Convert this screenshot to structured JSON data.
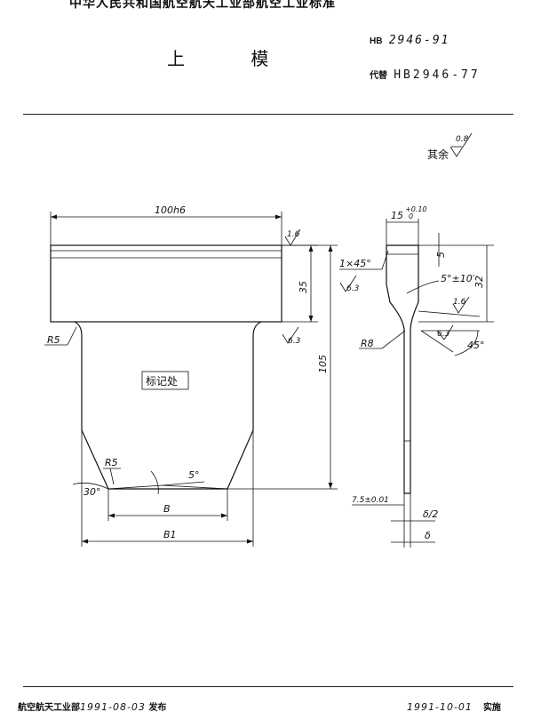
{
  "header": {
    "org_standard": "中华人民共和国航空航天工业部航空工业标准",
    "part_name": "上 模",
    "std_prefix": "HB",
    "std_number": "2946-91",
    "replaces_label": "代替",
    "replaces_number": "HB2946-77"
  },
  "surface_finish": {
    "general_label": "其余",
    "general_value": "0.8",
    "top_face": "1.6",
    "shoulder": "6.3",
    "chamfer": "6.3",
    "side_view_face": "1.6",
    "side_view_angle": "6.3"
  },
  "front_view": {
    "width": "100h6",
    "flange_height": "35",
    "total_height": "105",
    "fillet_left": "R5",
    "fillet_tip": "R5",
    "mark_area": "标记处",
    "tip_angle": "30°",
    "end_angle": "5°",
    "dim_b": "B",
    "dim_b1": "B1"
  },
  "side_view": {
    "top_width": "15",
    "top_width_tol_upper": "+0.10",
    "top_width_tol_lower": "0",
    "chamfer": "1×45°",
    "step": "5",
    "height": "32",
    "taper_angle": "5°±10′",
    "fillet": "R8",
    "side_angle": "45°",
    "blade_offset": "7.5±0.01",
    "half_thickness": "δ/2",
    "thickness": "δ"
  },
  "footer": {
    "issuer": "航空航天工业部",
    "issue_date": "1991-08-03",
    "issue_label": "发布",
    "effective_date": "1991-10-01",
    "effective_label": "实施"
  }
}
